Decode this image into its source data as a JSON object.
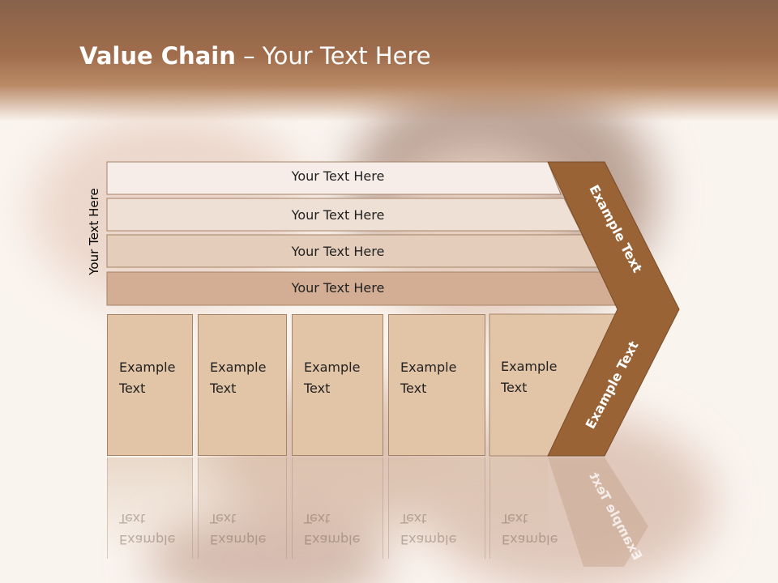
{
  "slide": {
    "title_bold": "Value Chain",
    "title_rest": " – Your Text Here"
  },
  "side_label": "Your Text Here",
  "support_bars": [
    {
      "label": "Your Text Here",
      "fill": "#f6ede8"
    },
    {
      "label": "Your Text Here",
      "fill": "#efe0d5"
    },
    {
      "label": "Your Text Here",
      "fill": "#e5cdbb"
    },
    {
      "label": "Your Text Here",
      "fill": "#d3ae94"
    }
  ],
  "primary_cells": [
    {
      "line1": "Example",
      "line2": "Text"
    },
    {
      "line1": "Example",
      "line2": "Text"
    },
    {
      "line1": "Example",
      "line2": "Text"
    },
    {
      "line1": "Example",
      "line2": "Text"
    },
    {
      "line1": "Example",
      "line2": "Text"
    }
  ],
  "arrow": {
    "upper_label": "Example Text",
    "lower_label": "Example Text",
    "fill": "#9a6336"
  },
  "colors": {
    "header": "#a06d4c",
    "cell_fill": "#e2c4a6",
    "cell_border": "#a58366"
  }
}
